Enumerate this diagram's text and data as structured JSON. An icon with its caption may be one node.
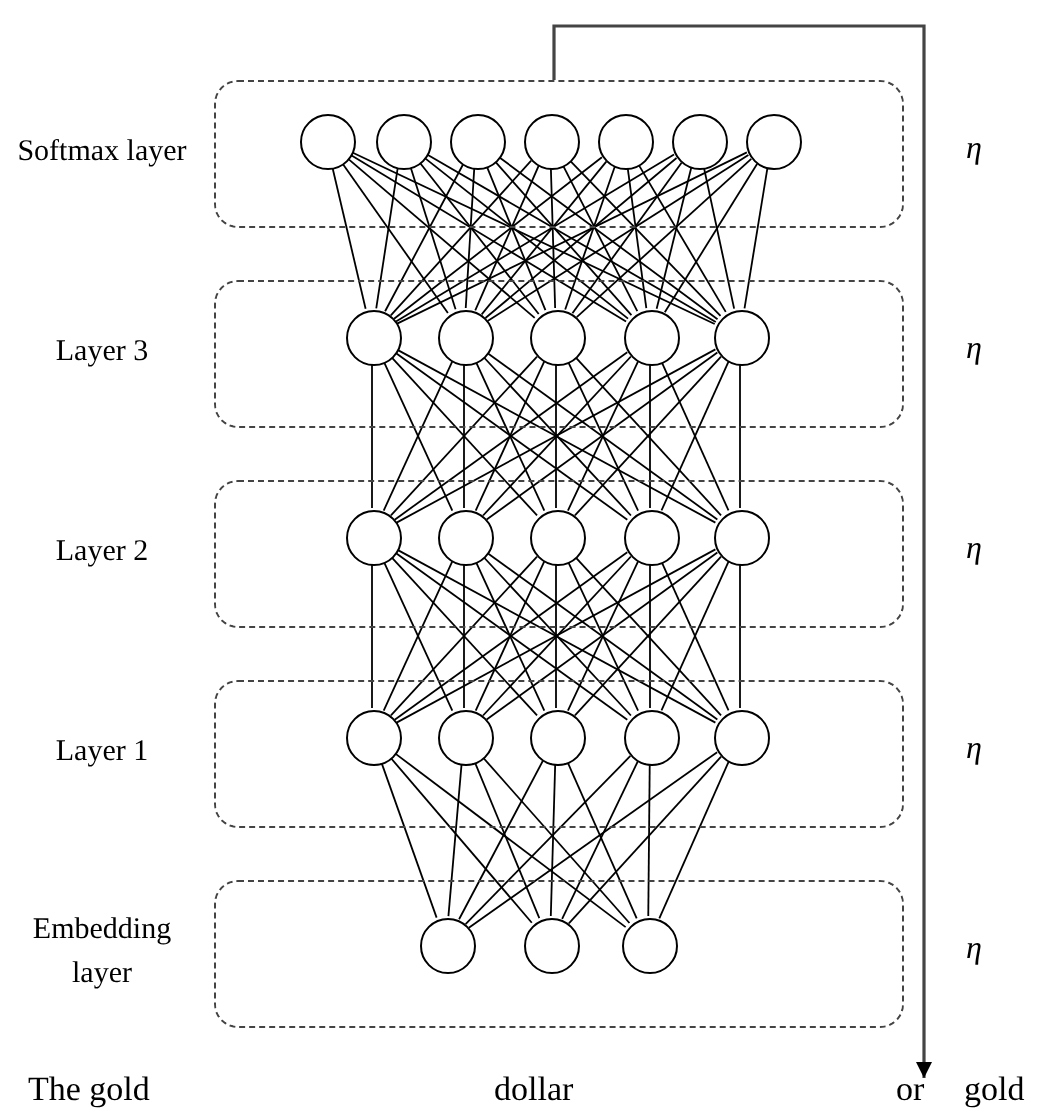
{
  "diagram": {
    "nodes": [
      {
        "text": [
          "Softmax layer"
        ],
        "beside": [
          "η"
        ]
      },
      {
        "text": [],
        "shape": "circle",
        "in": 0
      },
      {
        "text": [],
        "shape": "circle",
        "in": 0
      },
      {
        "text": [],
        "shape": "circle",
        "in": 0
      },
      {
        "text": [],
        "shape": "circle",
        "in": 0
      },
      {
        "text": [],
        "shape": "circle",
        "in": 0
      },
      {
        "text": [],
        "shape": "circle",
        "in": 0
      },
      {
        "text": [],
        "shape": "circle",
        "in": 0
      },
      {
        "text": [
          "Layer 3"
        ],
        "beside": [
          "η"
        ]
      },
      {
        "text": [],
        "shape": "circle",
        "in": 8
      },
      {
        "text": [],
        "shape": "circle",
        "in": 8
      },
      {
        "text": [],
        "shape": "circle",
        "in": 8
      },
      {
        "text": [],
        "shape": "circle",
        "in": 8
      },
      {
        "text": [],
        "shape": "circle",
        "in": 8
      },
      {
        "text": [
          "Layer 2"
        ],
        "beside": [
          "η"
        ]
      },
      {
        "text": [],
        "shape": "circle",
        "in": 14
      },
      {
        "text": [],
        "shape": "circle",
        "in": 14
      },
      {
        "text": [],
        "shape": "circle",
        "in": 14
      },
      {
        "text": [],
        "shape": "circle",
        "in": 14
      },
      {
        "text": [],
        "shape": "circle",
        "in": 14
      },
      {
        "text": [
          "Layer 1"
        ],
        "beside": [
          "η"
        ]
      },
      {
        "text": [],
        "shape": "circle",
        "in": 20
      },
      {
        "text": [],
        "shape": "circle",
        "in": 20
      },
      {
        "text": [],
        "shape": "circle",
        "in": 20
      },
      {
        "text": [],
        "shape": "circle",
        "in": 20
      },
      {
        "text": [],
        "shape": "circle",
        "in": 20
      },
      {
        "text": [
          "Embedding layer"
        ],
        "beside": [
          "η"
        ]
      },
      {
        "text": [],
        "shape": "circle",
        "in": 26
      },
      {
        "text": [],
        "shape": "circle",
        "in": 26
      },
      {
        "text": [],
        "shape": "circle",
        "in": 26
      },
      {
        "text": [
          "or"
        ]
      }
    ],
    "edges": [
      {
        "from": 27,
        "to": 21,
        "arrow": "none"
      },
      {
        "from": 27,
        "to": 22,
        "arrow": "none"
      },
      {
        "from": 27,
        "to": 23,
        "arrow": "none"
      },
      {
        "from": 27,
        "to": 24,
        "arrow": "none"
      },
      {
        "from": 27,
        "to": 25,
        "arrow": "none"
      },
      {
        "from": 28,
        "to": 21,
        "arrow": "none"
      },
      {
        "from": 28,
        "to": 22,
        "arrow": "none"
      },
      {
        "from": 28,
        "to": 23,
        "arrow": "none"
      },
      {
        "from": 28,
        "to": 24,
        "arrow": "none"
      },
      {
        "from": 28,
        "to": 25,
        "arrow": "none"
      },
      {
        "from": 29,
        "to": 21,
        "arrow": "none"
      },
      {
        "from": 29,
        "to": 22,
        "arrow": "none"
      },
      {
        "from": 29,
        "to": 23,
        "arrow": "none"
      },
      {
        "from": 29,
        "to": 24,
        "arrow": "none"
      },
      {
        "from": 29,
        "to": 25,
        "arrow": "none"
      },
      {
        "from": 21,
        "to": 15,
        "arrow": "none"
      },
      {
        "from": 21,
        "to": 16,
        "arrow": "none"
      },
      {
        "from": 21,
        "to": 17,
        "arrow": "none"
      },
      {
        "from": 21,
        "to": 18,
        "arrow": "none"
      },
      {
        "from": 21,
        "to": 19,
        "arrow": "none"
      },
      {
        "from": 22,
        "to": 15,
        "arrow": "none"
      },
      {
        "from": 22,
        "to": 16,
        "arrow": "none"
      },
      {
        "from": 22,
        "to": 17,
        "arrow": "none"
      },
      {
        "from": 22,
        "to": 18,
        "arrow": "none"
      },
      {
        "from": 22,
        "to": 19,
        "arrow": "none"
      },
      {
        "from": 23,
        "to": 15,
        "arrow": "none"
      },
      {
        "from": 23,
        "to": 16,
        "arrow": "none"
      },
      {
        "from": 23,
        "to": 17,
        "arrow": "none"
      },
      {
        "from": 23,
        "to": 18,
        "arrow": "none"
      },
      {
        "from": 23,
        "to": 19,
        "arrow": "none"
      },
      {
        "from": 24,
        "to": 15,
        "arrow": "none"
      },
      {
        "from": 24,
        "to": 16,
        "arrow": "none"
      },
      {
        "from": 24,
        "to": 17,
        "arrow": "none"
      },
      {
        "from": 24,
        "to": 18,
        "arrow": "none"
      },
      {
        "from": 24,
        "to": 19,
        "arrow": "none"
      },
      {
        "from": 25,
        "to": 15,
        "arrow": "none"
      },
      {
        "from": 25,
        "to": 16,
        "arrow": "none"
      },
      {
        "from": 25,
        "to": 17,
        "arrow": "none"
      },
      {
        "from": 25,
        "to": 18,
        "arrow": "none"
      },
      {
        "from": 25,
        "to": 19,
        "arrow": "none"
      },
      {
        "from": 15,
        "to": 9,
        "arrow": "none"
      },
      {
        "from": 15,
        "to": 10,
        "arrow": "none"
      },
      {
        "from": 15,
        "to": 11,
        "arrow": "none"
      },
      {
        "from": 15,
        "to": 12,
        "arrow": "none"
      },
      {
        "from": 15,
        "to": 13,
        "arrow": "none"
      },
      {
        "from": 16,
        "to": 9,
        "arrow": "none"
      },
      {
        "from": 16,
        "to": 10,
        "arrow": "none"
      },
      {
        "from": 16,
        "to": 11,
        "arrow": "none"
      },
      {
        "from": 16,
        "to": 12,
        "arrow": "none"
      },
      {
        "from": 16,
        "to": 13,
        "arrow": "none"
      },
      {
        "from": 17,
        "to": 9,
        "arrow": "none"
      },
      {
        "from": 17,
        "to": 10,
        "arrow": "none"
      },
      {
        "from": 17,
        "to": 11,
        "arrow": "none"
      },
      {
        "from": 17,
        "to": 12,
        "arrow": "none"
      },
      {
        "from": 17,
        "to": 13,
        "arrow": "none"
      },
      {
        "from": 18,
        "to": 9,
        "arrow": "none"
      },
      {
        "from": 18,
        "to": 10,
        "arrow": "none"
      },
      {
        "from": 18,
        "to": 11,
        "arrow": "none"
      },
      {
        "from": 18,
        "to": 12,
        "arrow": "none"
      },
      {
        "from": 18,
        "to": 13,
        "arrow": "none"
      },
      {
        "from": 19,
        "to": 9,
        "arrow": "none"
      },
      {
        "from": 19,
        "to": 10,
        "arrow": "none"
      },
      {
        "from": 19,
        "to": 11,
        "arrow": "none"
      },
      {
        "from": 19,
        "to": 12,
        "arrow": "none"
      },
      {
        "from": 19,
        "to": 13,
        "arrow": "none"
      },
      {
        "from": 9,
        "to": 1,
        "arrow": "none"
      },
      {
        "from": 9,
        "to": 2,
        "arrow": "none"
      },
      {
        "from": 9,
        "to": 3,
        "arrow": "none"
      },
      {
        "from": 9,
        "to": 4,
        "arrow": "none"
      },
      {
        "from": 9,
        "to": 5,
        "arrow": "none"
      },
      {
        "from": 9,
        "to": 6,
        "arrow": "none"
      },
      {
        "from": 9,
        "to": 7,
        "arrow": "none"
      },
      {
        "from": 10,
        "to": 1,
        "arrow": "none"
      },
      {
        "from": 10,
        "to": 2,
        "arrow": "none"
      },
      {
        "from": 10,
        "to": 3,
        "arrow": "none"
      },
      {
        "from": 10,
        "to": 4,
        "arrow": "none"
      },
      {
        "from": 10,
        "to": 5,
        "arrow": "none"
      },
      {
        "from": 10,
        "to": 6,
        "arrow": "none"
      },
      {
        "from": 10,
        "to": 7,
        "arrow": "none"
      },
      {
        "from": 11,
        "to": 1,
        "arrow": "none"
      },
      {
        "from": 11,
        "to": 2,
        "arrow": "none"
      },
      {
        "from": 11,
        "to": 3,
        "arrow": "none"
      },
      {
        "from": 11,
        "to": 4,
        "arrow": "none"
      },
      {
        "from": 11,
        "to": 5,
        "arrow": "none"
      },
      {
        "from": 11,
        "to": 6,
        "arrow": "none"
      },
      {
        "from": 11,
        "to": 7,
        "arrow": "none"
      },
      {
        "from": 12,
        "to": 1,
        "arrow": "none"
      },
      {
        "from": 12,
        "to": 2,
        "arrow": "none"
      },
      {
        "from": 12,
        "to": 3,
        "arrow": "none"
      },
      {
        "from": 12,
        "to": 4,
        "arrow": "none"
      },
      {
        "from": 12,
        "to": 5,
        "arrow": "none"
      },
      {
        "from": 12,
        "to": 6,
        "arrow": "none"
      },
      {
        "from": 12,
        "to": 7,
        "arrow": "none"
      },
      {
        "from": 13,
        "to": 1,
        "arrow": "none"
      },
      {
        "from": 13,
        "to": 2,
        "arrow": "none"
      },
      {
        "from": 13,
        "to": 3,
        "arrow": "none"
      },
      {
        "from": 13,
        "to": 4,
        "arrow": "none"
      },
      {
        "from": 13,
        "to": 5,
        "arrow": "none"
      },
      {
        "from": 13,
        "to": 6,
        "arrow": "none"
      },
      {
        "from": 13,
        "to": 7,
        "arrow": "none"
      },
      {
        "from": 0,
        "to": 30,
        "arrow": "to"
      }
    ],
    "labels": [
      "The gold",
      "dollar",
      "gold"
    ]
  }
}
